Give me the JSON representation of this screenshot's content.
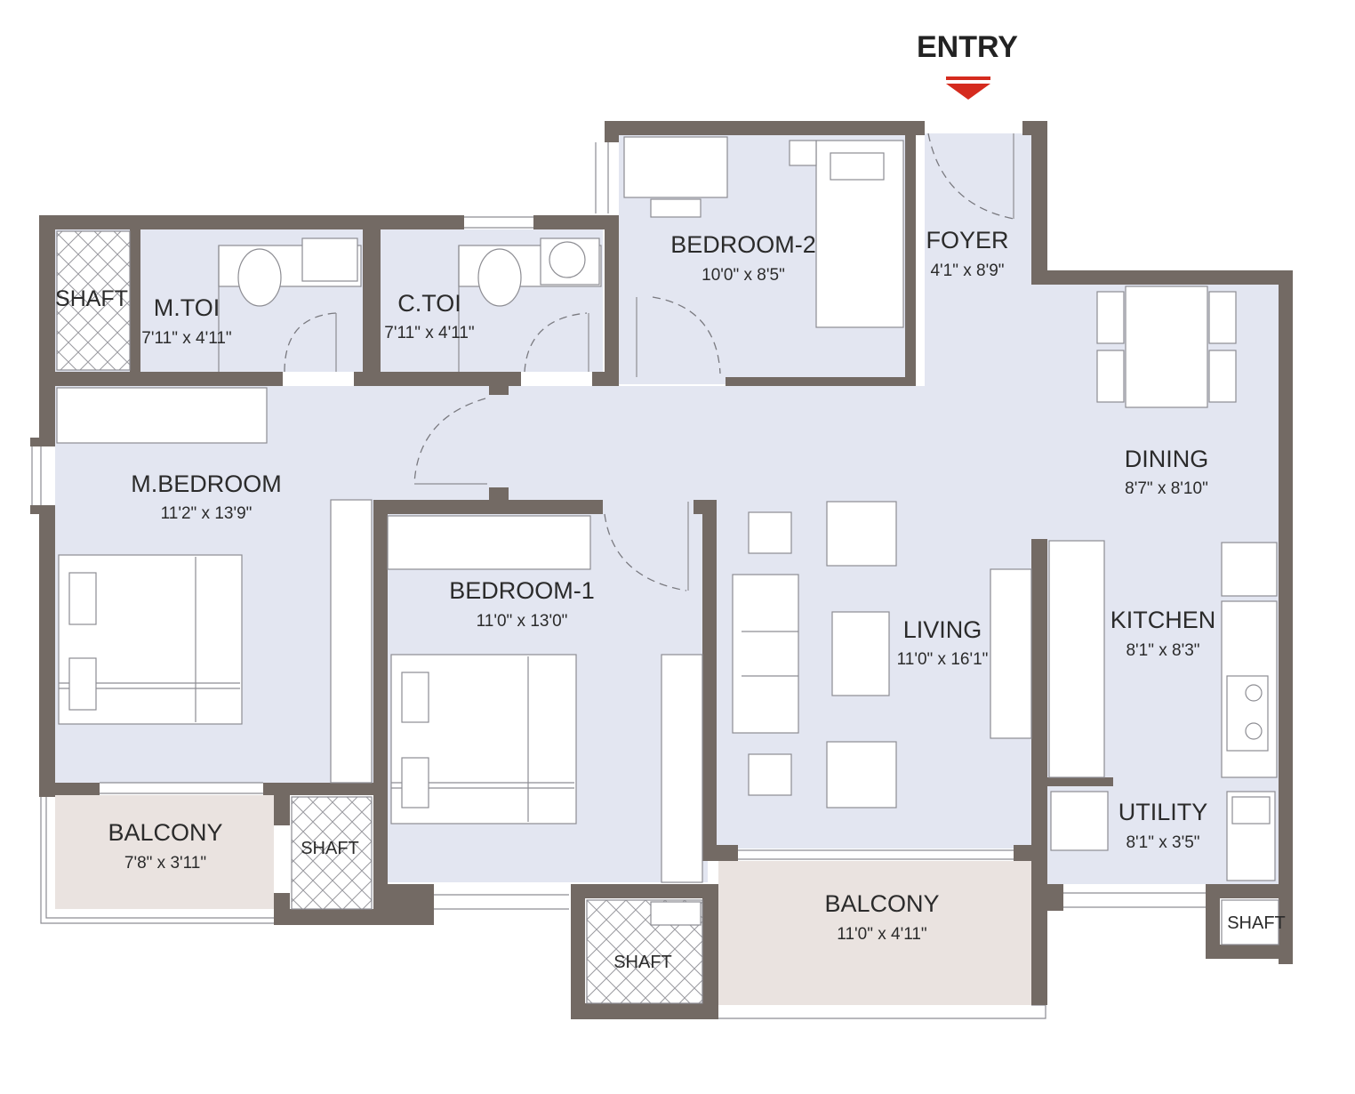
{
  "entry": {
    "label": "ENTRY",
    "arrow_color": "#d52b1e"
  },
  "colors": {
    "wall": "#736a64",
    "floor": "#e3e6f1",
    "balcony": "#eae3e0"
  },
  "rooms": {
    "m_toi": {
      "name": "M.TOI",
      "size": "7'11\" x 4'11\""
    },
    "c_toi": {
      "name": "C.TOI",
      "size": "7'11\" x 4'11\""
    },
    "bedroom_2": {
      "name": "BEDROOM-2",
      "size": "10'0\" x 8'5\""
    },
    "foyer": {
      "name": "FOYER",
      "size": "4'1\" x 8'9\""
    },
    "dining": {
      "name": "DINING",
      "size": "8'7\" x 8'10\""
    },
    "m_bedroom": {
      "name": "M.BEDROOM",
      "size": "11'2\" x 13'9\""
    },
    "bedroom_1": {
      "name": "BEDROOM-1",
      "size": "11'0\" x 13'0\""
    },
    "living": {
      "name": "LIVING",
      "size": "11'0\" x 16'1\""
    },
    "kitchen": {
      "name": "KITCHEN",
      "size": "8'1\" x 8'3\""
    },
    "utility": {
      "name": "UTILITY",
      "size": "8'1\" x 3'5\""
    },
    "balcony_left": {
      "name": "BALCONY",
      "size": "7'8\" x 3'11\""
    },
    "balcony_bottom": {
      "name": "BALCONY",
      "size": "11'0\" x 4'11\""
    }
  },
  "shafts": {
    "top_left": "SHAFT",
    "mid_left": "SHAFT",
    "bottom_center": "SHAFT",
    "bottom_right": "SHAFT"
  }
}
